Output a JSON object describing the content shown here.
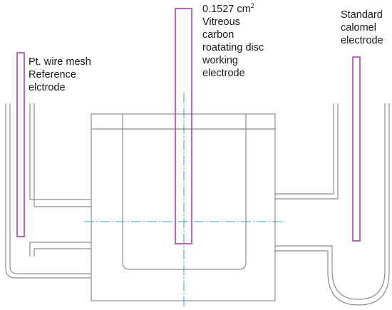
{
  "labels": {
    "ref_electrode": {
      "lines": [
        "Pt. wire mesh",
        "Reference",
        "elctrode"
      ]
    },
    "working_electrode": {
      "area_value": "0.1527 cm",
      "area_exponent": "2",
      "lines": [
        "Vitreous",
        "carbon",
        "roatating disc",
        "working",
        "electrode"
      ]
    },
    "calomel_electrode": {
      "lines": [
        "Standard",
        "calomel",
        "electrode"
      ]
    }
  },
  "colors": {
    "cell_outline": "#8c8c8c",
    "electrode": "#a640bf",
    "axis_line": "#29a3d6",
    "text": "#1a1a1a",
    "background": "#ffffff"
  }
}
